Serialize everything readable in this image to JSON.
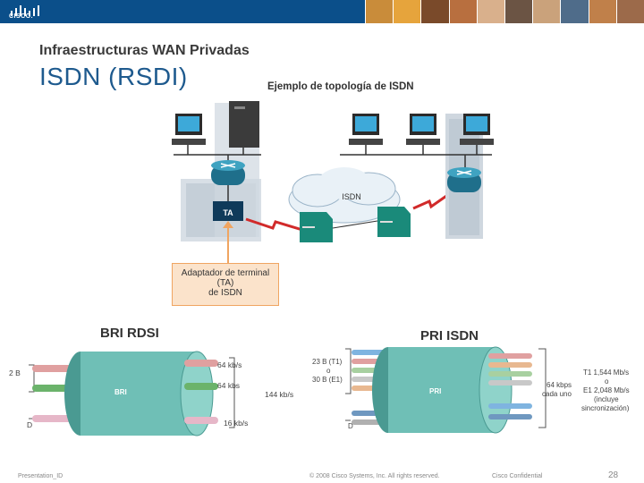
{
  "header": {
    "logo_text": "CISCO.",
    "photo_colors": [
      "#c98c3a",
      "#e6a43c",
      "#7a4a2a",
      "#b86f3f",
      "#d9b08c",
      "#6b5444",
      "#caa27b",
      "#4f6c8a",
      "#c0804a",
      "#9c6a4a"
    ]
  },
  "slide": {
    "subtitle": "Infraestructuras WAN Privadas",
    "title": "ISDN (RSDI)",
    "diagram_title": "Ejemplo de topología de ISDN"
  },
  "topology": {
    "cloud_label": "ISDN",
    "ta_label": "TA",
    "callout_lines": [
      "Adaptador de terminal",
      "(TA)",
      "de ISDN"
    ]
  },
  "bri": {
    "heading": "BRI RDSI",
    "cable_label": "BRI",
    "left_b": "2 B",
    "left_d": "D",
    "ch1": "64 kb/s",
    "ch2": "64 kbs",
    "ch3": "16 kb/s",
    "total": "144 kb/s"
  },
  "pri": {
    "heading": "PRI ISDN",
    "cable_label": "PRI",
    "left_b_1": "23 B (T1)",
    "left_b_2": "o",
    "left_b_3": "30 B (E1)",
    "left_d": "D",
    "rate_1": "64 kbps",
    "rate_2": "cada uno",
    "total_1": "T1 1,544 Mb/s",
    "total_2": "o",
    "total_3": "E1 2,048 Mb/s",
    "total_4": "(incluye",
    "total_5": "sincronización)"
  },
  "footer": {
    "left": "Presentation_ID",
    "center": "© 2008 Cisco Systems, Inc. All rights reserved.",
    "right": "Cisco Confidential",
    "page": "28"
  },
  "colors": {
    "header": "#0b4f8a",
    "title": "#1e5a8e",
    "router": "#1f6f8b",
    "ta_box": "#0f3a5a",
    "switch": "#1a8a7a",
    "bolt": "#d12a2a",
    "callout_fill": "#fbe3cb",
    "callout_border": "#f0a561",
    "cable": "#6fbfb6"
  }
}
